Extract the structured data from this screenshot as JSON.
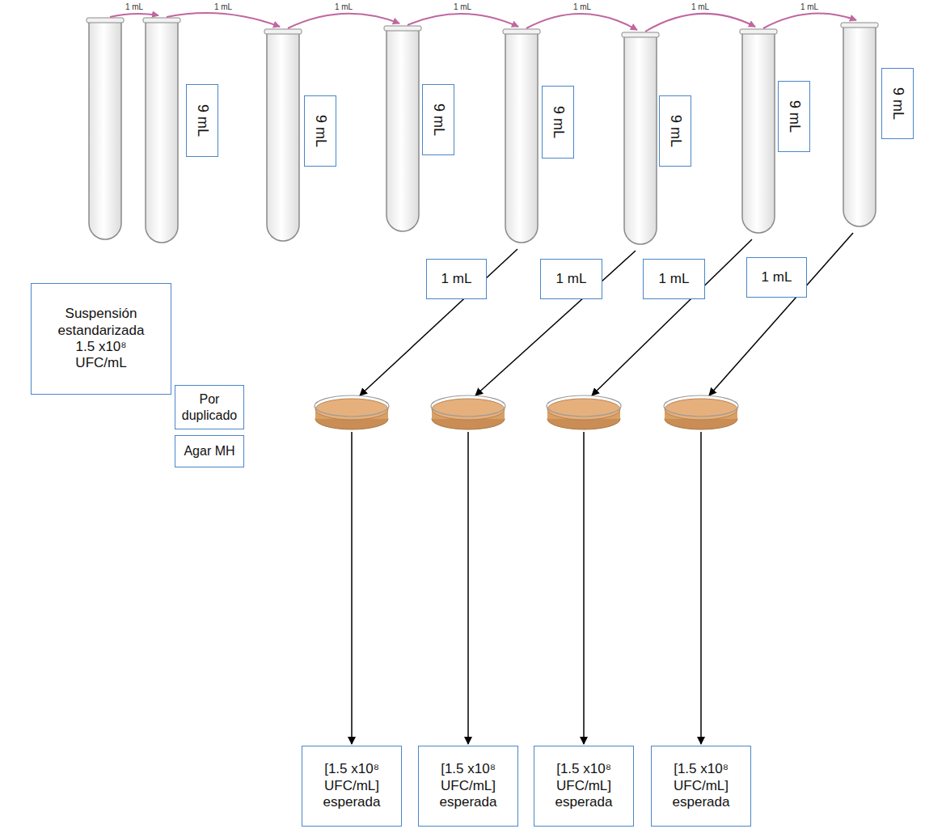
{
  "diagram": {
    "nodes": [
      {
        "text": [
          "9 mL"
        ]
      },
      {
        "text": [
          "9 mL"
        ]
      },
      {
        "text": [
          "9 mL"
        ]
      },
      {
        "text": [
          "9 mL"
        ]
      },
      {
        "text": [
          "9 mL"
        ]
      },
      {
        "text": [
          "9 mL"
        ]
      },
      {
        "text": [
          "9 mL"
        ]
      },
      {
        "text": [
          "1 mL"
        ]
      },
      {
        "text": [
          "1 mL"
        ]
      },
      {
        "text": [
          "1 mL"
        ]
      },
      {
        "text": [
          "1 mL"
        ]
      },
      {
        "text": [
          "Suspensión estandarizada 1.5 x10⁸ UFC/mL"
        ]
      },
      {
        "text": [
          "Por duplicado"
        ]
      },
      {
        "text": [
          "Agar MH"
        ]
      },
      {
        "text": [
          "[1.5 x10⁸ UFC/mL] esperada"
        ]
      },
      {
        "text": [
          "[1.5 x10⁸ UFC/mL] esperada"
        ]
      },
      {
        "text": [
          "[1.5 x10⁸ UFC/mL] esperada"
        ]
      },
      {
        "text": [
          "[1.5 x10⁸ UFC/mL] esperada"
        ]
      }
    ],
    "labels": [
      "1 mL",
      "1 mL",
      "1 mL",
      "1 mL",
      "1 mL",
      "1 mL",
      "1 mL"
    ]
  }
}
